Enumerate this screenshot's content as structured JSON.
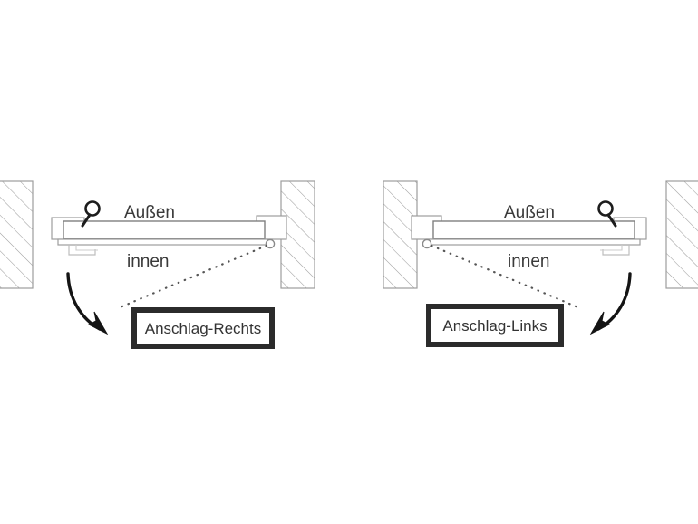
{
  "diagram": {
    "title_text_present": false,
    "background_color": "#ffffff",
    "line_color": "#9a9a9a",
    "ink_color": "#1c1c1c",
    "text_color": "#3a3a3a",
    "panels": [
      {
        "id": "right-hand-hinge",
        "box_label": "Anschlag-Rechts",
        "outside_label": "Außen",
        "inside_label": "innen",
        "hinge_side": "right",
        "handle_side": "left"
      },
      {
        "id": "left-hand-hinge",
        "box_label": "Anschlag-Links",
        "outside_label": "Außen",
        "inside_label": "innen",
        "hinge_side": "left",
        "handle_side": "right"
      }
    ]
  }
}
